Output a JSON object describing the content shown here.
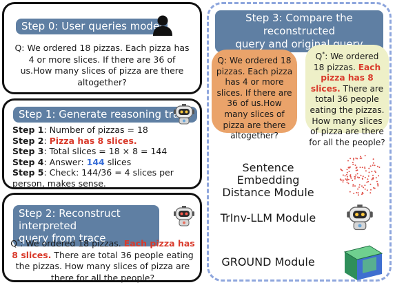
{
  "step0": {
    "title": "Step 0: User queries model",
    "query": "Q: We ordered 18 pizzas. Each pizza has 4 or more slices. If there are 36 of us.How many slices of pizza are there altogether?"
  },
  "step1": {
    "title": "Step 1: Generate reasoning trace",
    "lines": [
      {
        "label": "Step 1",
        "text": ": Number of pizzas = 18"
      },
      {
        "label": "Step 2",
        "text": ": ",
        "highlight": "Pizza has 8 slices."
      },
      {
        "label": "Step 3",
        "text": ": Total slices = 18 × 8 = 144"
      },
      {
        "label": "Step 4",
        "text": ": Answer: ",
        "answer": "144",
        "suffix": " slices"
      },
      {
        "label": "Step 5",
        "text": ": Check: 144/36 = 4 slices per person, makes sense."
      }
    ]
  },
  "step2": {
    "title_line1": "Step 2: Reconstruct interpreted",
    "title_line2": "query from trace",
    "q_prefix": "Q",
    "q_sup": "*",
    "q_start": ": We ordered 18 pizzas. ",
    "q_highlight": "Each pizza has 8 slices.",
    "q_end": " There are total 36 people eating the pizzas. How many slices of pizza are there for all the people?"
  },
  "step3": {
    "title_line1": "Step 3: Compare the reconstructed",
    "title_line2": "query and original query",
    "original": "Q: We ordered 18 pizzas. Each pizza has 4 or more slices. If there are 36 of us.How many slices of pizza are there altogether?",
    "recon_prefix": "Q",
    "recon_sup": "*",
    "recon_start": ": We ordered 18 pizzas. ",
    "recon_highlight": "Each pizza has 8 slices.",
    "recon_end": " There are total 36 people eating the pizzas. How many slices of pizza are there for all the people?",
    "modules": [
      {
        "line1": "Sentence Embedding",
        "line2": "Distance Module"
      },
      {
        "line1": "TrInv-LLM Module",
        "line2": ""
      },
      {
        "line1": "GROUND Module",
        "line2": ""
      }
    ]
  },
  "colors": {
    "pill": "#5f7fa3",
    "highlight_red": "#d93a2b",
    "answer_blue": "#3a6fd8",
    "original_bubble": "#eaa36a",
    "recon_bubble": "#eef0c8",
    "dashed_border": "#8ea6dd"
  },
  "icons": [
    "user-icon",
    "robot-icon",
    "robot-icon",
    "scatter-dots-icon",
    "robot-icon",
    "cube-icon"
  ]
}
